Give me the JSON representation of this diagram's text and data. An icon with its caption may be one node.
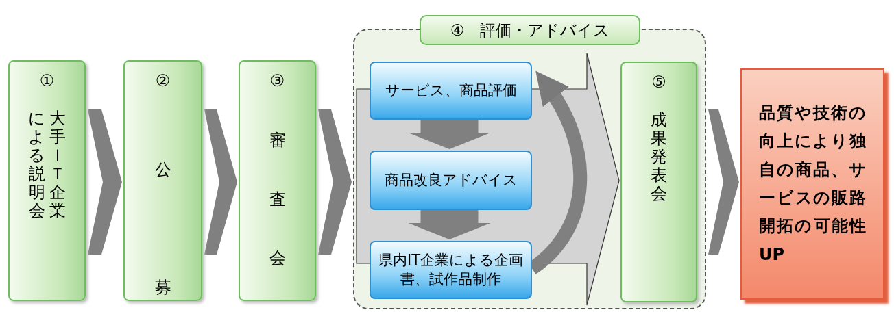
{
  "diagram": {
    "nodes": [
      {
        "text": [
          "①",
          "大手ＩＴ企業による説明会"
        ]
      },
      {
        "text": [
          "②",
          "公募"
        ]
      },
      {
        "text": [
          "③",
          "審査会"
        ]
      },
      {
        "text": [
          "④　評価・アドバイス"
        ]
      },
      {
        "text": [
          "サービス、商品評価"
        ],
        "in": 3
      },
      {
        "text": [
          "商品改良アドバイス"
        ],
        "in": 3
      },
      {
        "text": [
          "県内IT企業による企画書、試作品制作"
        ],
        "in": 3
      },
      {
        "text": [
          "⑤",
          "成果発表会"
        ],
        "in": 3
      },
      {
        "text": [
          "品質や技術の向上により独自の商品、サービスの販路開拓の可能性UP"
        ]
      }
    ],
    "edges": [
      {
        "from": 0,
        "to": 1,
        "arrow": "to"
      },
      {
        "from": 1,
        "to": 2,
        "arrow": "to"
      },
      {
        "from": 2,
        "to": 3,
        "arrow": "to"
      },
      {
        "from": 4,
        "to": 5,
        "arrow": "to"
      },
      {
        "from": 5,
        "to": 6,
        "arrow": "to"
      },
      {
        "from": 6,
        "to": 4,
        "arrow": "to"
      },
      {
        "from": null,
        "to": 7,
        "arrow": "to",
        "color": "#d4d4d4"
      },
      {
        "from": 3,
        "to": 8,
        "arrow": "to"
      }
    ]
  }
}
